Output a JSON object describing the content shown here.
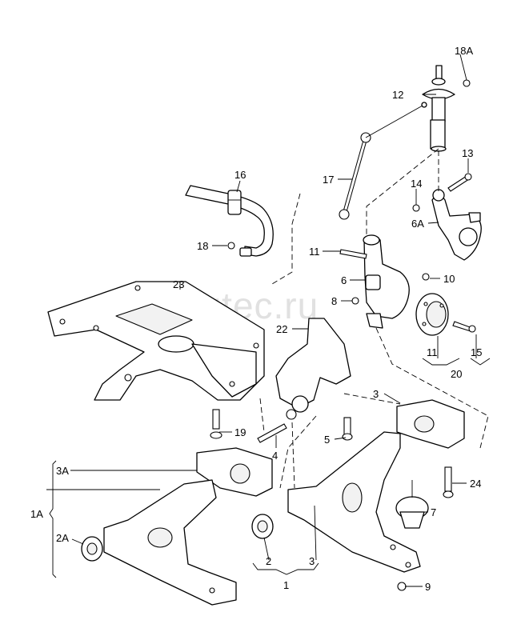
{
  "watermark": "vagtec.ru",
  "labels": {
    "l18A": "18A",
    "l12": "12",
    "l13": "13",
    "l16": "16",
    "l17": "17",
    "l14": "14",
    "l6A": "6A",
    "l18": "18",
    "l11a": "11",
    "l6": "6",
    "l10": "10",
    "l8": "8",
    "l23": "23",
    "l22": "22",
    "l11b": "11",
    "l15": "15",
    "l20": "20",
    "l3a": "3",
    "l19": "19",
    "l5": "5",
    "l4": "4",
    "l24": "24",
    "l3A": "3A",
    "l1A": "1A",
    "l7": "7",
    "l2A": "2A",
    "l2": "2",
    "l3b": "3",
    "l1": "1",
    "l9": "9"
  }
}
